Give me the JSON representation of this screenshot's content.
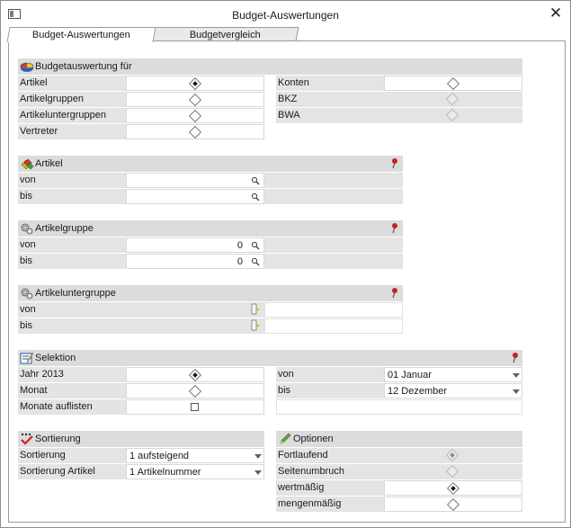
{
  "window": {
    "title": "Budget-Auswertungen"
  },
  "tabs": [
    "Budget-Auswertungen",
    "Budgetvergleich"
  ],
  "budgetauswertung": {
    "title": "Budgetauswertung für",
    "left_rows": [
      {
        "label": "Artikel",
        "selected": true
      },
      {
        "label": "Artikelgruppen",
        "selected": false
      },
      {
        "label": "Artikeluntergruppen",
        "selected": false
      },
      {
        "label": "Vertreter",
        "selected": false
      }
    ],
    "right_rows": [
      {
        "label": "Konten",
        "selected": false,
        "enabled": true
      },
      {
        "label": "BKZ",
        "selected": false,
        "enabled": false
      },
      {
        "label": "BWA",
        "selected": false,
        "enabled": false
      }
    ]
  },
  "artikel": {
    "title": "Artikel",
    "von_label": "von",
    "bis_label": "bis",
    "von_value": "",
    "bis_value": ""
  },
  "artikelgruppe": {
    "title": "Artikelgruppe",
    "von_label": "von",
    "bis_label": "bis",
    "von_value": "0",
    "bis_value": "0"
  },
  "artikeluntergruppe": {
    "title": "Artikeluntergruppe",
    "von_label": "von",
    "bis_label": "bis"
  },
  "selektion": {
    "title": "Selektion",
    "rows": [
      {
        "label": "Jahr 2013",
        "selected": true
      },
      {
        "label": "Monat",
        "selected": false
      }
    ],
    "monate_label": "Monate auflisten",
    "monate_checked": false,
    "von_label": "von",
    "bis_label": "bis",
    "von_value": "01 Januar",
    "bis_value": "12 Dezember"
  },
  "sortierung": {
    "title": "Sortierung",
    "sortierung_label": "Sortierung",
    "sortierung_value": "1 aufsteigend",
    "sortierung_artikel_label": "Sortierung Artikel",
    "sortierung_artikel_value": "1 Artikelnummer"
  },
  "optionen": {
    "title": "Optionen",
    "rows": [
      {
        "label": "Fortlaufend",
        "selected": true,
        "enabled": false
      },
      {
        "label": "Seitenumbruch",
        "selected": false,
        "enabled": false
      },
      {
        "label": "wertmäßig",
        "selected": true,
        "enabled": true
      },
      {
        "label": "mengenmäßig",
        "selected": false,
        "enabled": true
      }
    ]
  },
  "colors": {
    "header_bg": "#dcdcdc",
    "label_bg": "#e4e4e4",
    "pin_red": "#cc1f1f"
  }
}
